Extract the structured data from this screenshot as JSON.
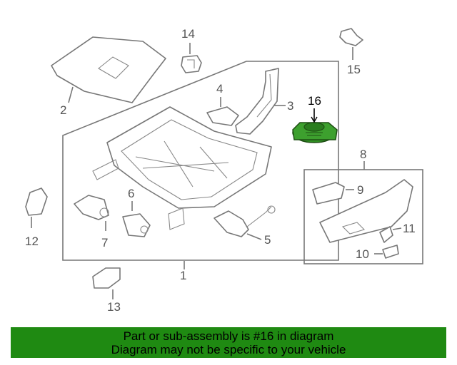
{
  "callouts": {
    "c1": "1",
    "c2": "2",
    "c3": "3",
    "c4": "4",
    "c5": "5",
    "c6": "6",
    "c7": "7",
    "c8": "8",
    "c9": "9",
    "c10": "10",
    "c11": "11",
    "c12": "12",
    "c13": "13",
    "c14": "14",
    "c15": "15",
    "c16": "16"
  },
  "highlight": {
    "part_number": "16",
    "color": "#1f8a12"
  },
  "banner": {
    "line1": "Part or sub-assembly is #16 in diagram",
    "line2": "Diagram may not be specific to your vehicle",
    "background": "#1f8a12"
  }
}
